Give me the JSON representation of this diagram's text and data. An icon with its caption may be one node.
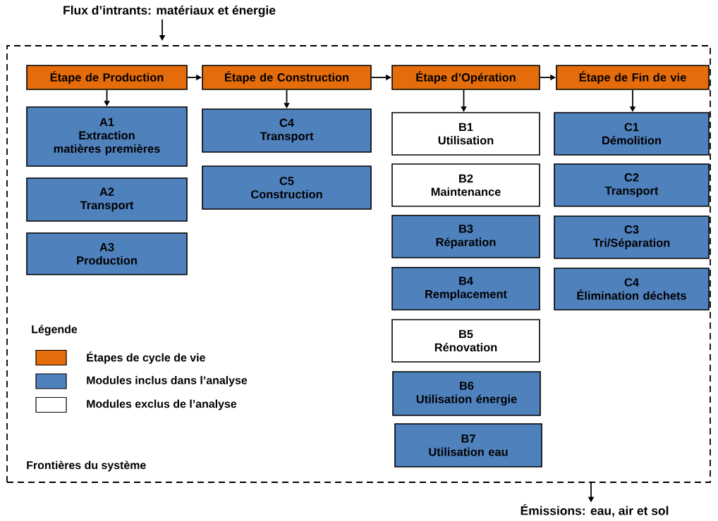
{
  "diagram": {
    "nodes": [
      {
        "text": [
          "Flux d’intrants: matériaux et énergie"
        ]
      },
      {
        "text": [
          "Frontières du système"
        ]
      },
      {
        "text": [
          "Étape de Production"
        ],
        "in": 1
      },
      {
        "text": [
          "Étape de Construction"
        ],
        "in": 1
      },
      {
        "text": [
          "Étape d’Opération"
        ],
        "in": 1
      },
      {
        "text": [
          "Étape de Fin de vie"
        ],
        "in": 1
      },
      {
        "text": [
          "A1",
          "Extraction matières premières"
        ],
        "in": 1
      },
      {
        "text": [
          "A2",
          "Transport"
        ],
        "in": 1
      },
      {
        "text": [
          "A3",
          "Production"
        ],
        "in": 1
      },
      {
        "text": [
          "C4",
          "Transport"
        ],
        "in": 1
      },
      {
        "text": [
          "C5",
          "Construction"
        ],
        "in": 1
      },
      {
        "text": [
          "B1",
          "Utilisation"
        ],
        "in": 1
      },
      {
        "text": [
          "B2",
          "Maintenance"
        ],
        "in": 1
      },
      {
        "text": [
          "B3",
          "Réparation"
        ],
        "in": 1
      },
      {
        "text": [
          "B4",
          "Remplacement"
        ],
        "in": 1
      },
      {
        "text": [
          "B5",
          "Rénovation"
        ],
        "in": 1
      },
      {
        "text": [
          "B6",
          "Utilisation énergie"
        ],
        "in": 1
      },
      {
        "text": [
          "B7",
          "Utilisation eau"
        ],
        "in": 1
      },
      {
        "text": [
          "C1",
          "Démolition"
        ],
        "in": 1
      },
      {
        "text": [
          "C2",
          "Transport"
        ],
        "in": 1
      },
      {
        "text": [
          "C3",
          "Tri/Séparation"
        ],
        "in": 1
      },
      {
        "text": [
          "C4",
          "Élimination déchets"
        ],
        "in": 1
      },
      {
        "text": [
          "Émissions: eau, air et sol"
        ]
      }
    ],
    "edges": [
      {
        "from": 0,
        "to": 1,
        "arrow": "to"
      },
      {
        "from": 2,
        "to": 3,
        "arrow": "to"
      },
      {
        "from": 3,
        "to": 4,
        "arrow": "to"
      },
      {
        "from": 4,
        "to": 5,
        "arrow": "to"
      },
      {
        "from": 2,
        "to": 6,
        "arrow": "to"
      },
      {
        "from": 3,
        "to": 9,
        "arrow": "to"
      },
      {
        "from": 4,
        "to": 11,
        "arrow": "to"
      },
      {
        "from": 5,
        "to": 18,
        "arrow": "to"
      },
      {
        "from": 1,
        "to": 22,
        "arrow": "to"
      }
    ],
    "labels": [
      "Légende"
    ],
    "legend": [
      {
        "text": "Étapes de cycle de vie",
        "color": "#e46c0a"
      },
      {
        "text": "Modules inclus dans l’analyse",
        "color": "#4f81bd"
      },
      {
        "text": "Modules exclus de l’analyse"
      }
    ]
  }
}
